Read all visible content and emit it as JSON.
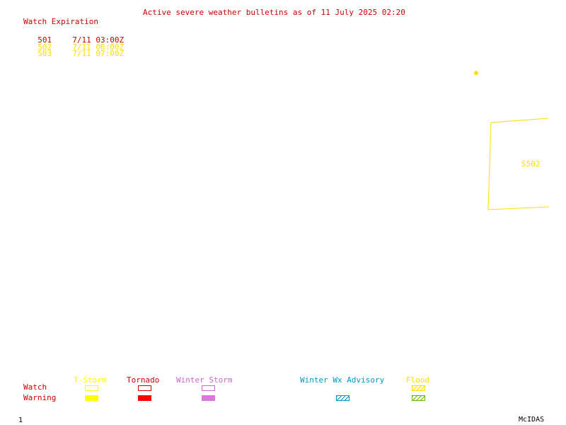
{
  "header": {
    "title": "Active severe weather bulletins as of 11 July 2025 02:20"
  },
  "watch_list": {
    "heading": "Watch Expiration",
    "rows": [
      {
        "id": "501",
        "expires": "7/11 03:00Z",
        "color": "#cc0000"
      },
      {
        "id": "502",
        "expires": "7/11 06:00Z",
        "color": "#ffdd00"
      },
      {
        "id": "503",
        "expires": "7/11 07:00Z",
        "color": "#ffdd00"
      }
    ]
  },
  "map": {
    "watch_box_label": "S502",
    "watch_box_color": "#ffdd00"
  },
  "legend": {
    "row_labels": {
      "watch": "Watch",
      "warning": "Warning"
    },
    "categories": [
      {
        "label": "T-Storm",
        "color": "#ffff00"
      },
      {
        "label": "Tornado",
        "color": "#cc0000"
      },
      {
        "label": "Winter Storm",
        "color": "#cc66cc"
      },
      {
        "label": "Winter Wx Advisory",
        "color": "#0099cc"
      },
      {
        "label": "Flood",
        "color": "#66bb00"
      }
    ]
  },
  "footer": {
    "frame_number": "1",
    "brand": "McIDAS"
  }
}
